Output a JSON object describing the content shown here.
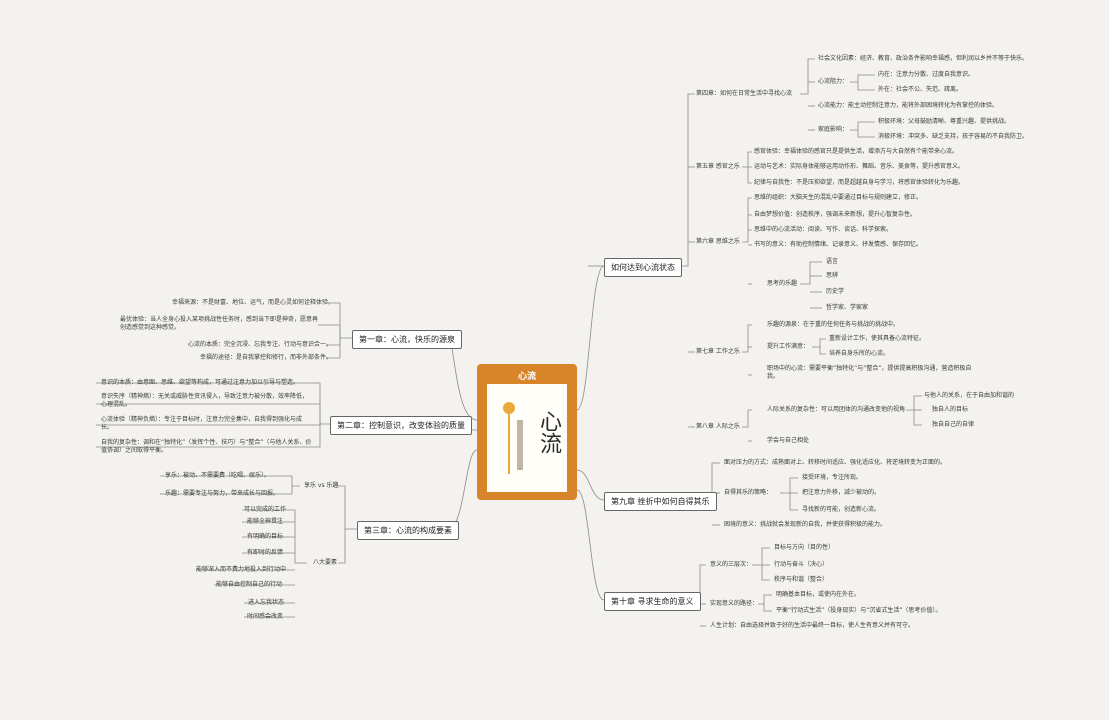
{
  "center": {
    "title": "心流",
    "book_title": "心流"
  },
  "chapters": {
    "ch1": "第一章：心流，快乐的源泉",
    "ch2": "第二章：控制意识，改变体验的质量",
    "ch3": "第三章：心流的构成要素",
    "r1": "如何达到心流状态",
    "r2": "第九章 挫折中如何自得其乐",
    "r3": "第十章 寻求生命的意义"
  },
  "ch1_items": [
    "幸福来源：不是财富、地位、运气，而是心灵如何诠释体验。",
    "最优体验：当人全身心投入某项挑战性任务时，感到当下即是神奇，愿意再创造感觉到这种感觉。",
    "心流的本质：完全沉浸、忘我专注、行动与意识合一。",
    "幸福的途径：是自我掌控和修行，而非外部条件。"
  ],
  "ch2_items": [
    "意识的本质：由意图、思维、欲望等构成，可通过注意力加以引导与塑造。",
    "意识失序（精神熵）：无关或威胁性资讯侵入，导致注意力被分散，效率降低，心理混乱。",
    "心流体验（精神负熵）：专注于目标时，注意力完全集中，自我得到强化与成长。",
    "自我的复杂性：调和在“独特化”（发挥个性、技巧）与“整合”（与他人关系、价值协调）之间取得平衡。"
  ],
  "ch3": {
    "sub1": "享乐 vs 乐趣",
    "sub1_items": [
      "享乐：被动、不需要费（吃喝、娱乐）。",
      "乐趣：需要专注与努力，带来成长与回报。"
    ],
    "sub2": "八大要素",
    "sub2_items": [
      "可以完成的工作",
      "能够全神贯注",
      "有明确的目标",
      "有即时的反馈",
      "能够深入而不费力地投入到行动中",
      "能够自由控制自己的行动",
      "进入忘我状态",
      "时间感会改变"
    ]
  },
  "r1": {
    "ch4": "第四章：如何在日常生活中寻找心流",
    "ch4_items": {
      "env": "社会文化因素：经济、教育、政治条件影响幸福感，但利润以乡并不等于快乐。",
      "barrier": "心流阻力：",
      "barrier_items": [
        "内在：注意力分散、过度自我意识。",
        "外在：社会不公、失范、疏离。"
      ],
      "ability": "心流能力：能主动控制注意力，能将外部困境转化为有掌控的体验。",
      "family": "家庭影响：",
      "family_items": [
        "积极环境：父母鼓励清晰、尊重兴趣、提供挑战。",
        "消极环境：冲突多、缺乏支持，孩子容易的不自我防卫。"
      ]
    },
    "ch5": "第五章 感官之乐",
    "ch5_items": [
      "感官体验：幸福体验的感官只是提供生活，增添方与大自然有个能带来心流。",
      "运动与艺术：实际身体能够运用动作形、舞蹈、音乐、美食等，提升感官意义。",
      "纪律与自我性：不是压抑欲望，而是超越自身与学习，将感官体验转化为乐趣。"
    ],
    "ch6": "第六章 思维之乐",
    "ch6_items": [
      "思维的组织：大脑天生的混乱中要通过目标与规则建立，修正。",
      "自由梦想价值：创造秩序，强调未来新想，提升心智复杂性。",
      "思维中的心流活动：阅读、写作、谈话、科学探索。",
      "书写的意义：有助控制情绪、记录意义、抒发情感、保存回忆。"
    ],
    "ch6_sub": "思考的乐趣",
    "ch6_sub_items": [
      "语言",
      "思辨",
      "历史学",
      "哲学家、学家家"
    ],
    "ch7": "第七章 工作之乐",
    "ch7_items": {
      "a": "乐趣的源泉：在于重的任何任务与挑战的挑战中。",
      "b": "提升工作满意：",
      "b_items": [
        "重新设计工作，使其具备心流特征。",
        "培养自身乐所的心流。"
      ],
      "c": "职场中的心流：需要平衡“独特化”与“整合”，提供提高积极沟通，营造积极自我。"
    },
    "ch8": "第八章 人际之乐",
    "ch8_items": {
      "a": "人际关系的复杂性：可以用团体的沟通改变他的视角",
      "a_items": [
        "与他人的关系，在于自由加和谐的",
        "独自人的目标",
        "独自自己的自律"
      ],
      "b": "学会与自己相处"
    }
  },
  "r2_items": {
    "a": "面对压力的方式：成熟面对上、转移时间适应、强化适应化、将逆境转变为正面的。",
    "b": "自得其乐的策略：",
    "b_items": [
      "接受环境，专注所现。",
      "把注意力外移，减少被动的。",
      "寻找新的可能，创造新心流。"
    ],
    "c": "困境的意义：挑战就会发现新的自我，并使获得积极的能力。"
  },
  "r3_items": {
    "a": "意义的三层次：",
    "a_items": [
      "目标与方向（目的性）",
      "行动与奋斗（决心）",
      "秩序与和谐（整合）"
    ],
    "b": "实现意义的路径：",
    "b_items": [
      "明确基本目标，或使内在外在。",
      "平衡“行动式生活”（投身现实）与“沉省式生活”（思考价值）。"
    ],
    "c": "人生计划：自由选择并致于好的生活中最终一目标，使人生有意义并有可守。"
  },
  "colors": {
    "accent": "#d88428",
    "honey": "#e9a83a",
    "line": "#8a8a8a"
  }
}
